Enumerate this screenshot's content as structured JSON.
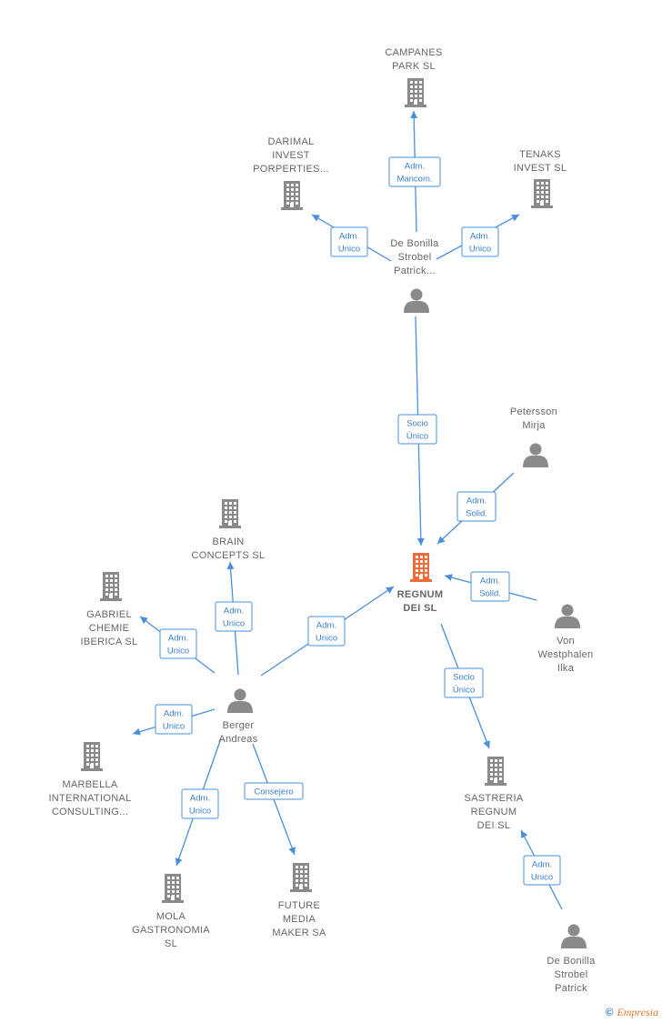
{
  "colors": {
    "company": "#8a8a8a",
    "company_focus": "#f26b3a",
    "person": "#8a8a8a",
    "edge": "#4a8fdb",
    "edge_text": "#3a7fcf",
    "label": "#666666"
  },
  "nodes": [
    {
      "id": "campanes",
      "kind": "company",
      "icon": "building-icon",
      "label": [
        "CAMPANES",
        "PARK  SL"
      ]
    },
    {
      "id": "darimal",
      "kind": "company",
      "icon": "building-icon",
      "label": [
        "DARIMAL",
        "INVEST",
        "PORPERTIES..."
      ]
    },
    {
      "id": "tenaks",
      "kind": "company",
      "icon": "building-icon",
      "label": [
        "TENAKS",
        "INVEST  SL"
      ]
    },
    {
      "id": "debonilla1",
      "kind": "person",
      "icon": "person-icon",
      "label": [
        "De Bonilla",
        "Strobel",
        "Patrick..."
      ]
    },
    {
      "id": "petersson",
      "kind": "person",
      "icon": "person-icon",
      "label": [
        "Petersson",
        "Mirja"
      ]
    },
    {
      "id": "regnum",
      "kind": "company_focus",
      "icon": "building-icon",
      "label": [
        "REGNUM",
        "DEI  SL"
      ]
    },
    {
      "id": "vonwest",
      "kind": "person",
      "icon": "person-icon",
      "label": [
        "Von",
        "Westphalen",
        "Ilka"
      ]
    },
    {
      "id": "brain",
      "kind": "company",
      "icon": "building-icon",
      "label": [
        "BRAIN",
        "CONCEPTS  SL"
      ]
    },
    {
      "id": "gabriel",
      "kind": "company",
      "icon": "building-icon",
      "label": [
        "GABRIEL",
        "CHEMIE",
        "IBERICA  SL"
      ]
    },
    {
      "id": "berger",
      "kind": "person",
      "icon": "person-icon",
      "label": [
        "Berger",
        "Andreas"
      ]
    },
    {
      "id": "marbella",
      "kind": "company",
      "icon": "building-icon",
      "label": [
        "MARBELLA",
        "INTERNATIONAL",
        "CONSULTING..."
      ]
    },
    {
      "id": "mola",
      "kind": "company",
      "icon": "building-icon",
      "label": [
        "MOLA",
        "GASTRONOMIA",
        "SL"
      ]
    },
    {
      "id": "future",
      "kind": "company",
      "icon": "building-icon",
      "label": [
        "FUTURE",
        "MEDIA",
        "MAKER SA"
      ]
    },
    {
      "id": "sastreria",
      "kind": "company",
      "icon": "building-icon",
      "label": [
        "SASTRERIA",
        "REGNUM",
        "DEI  SL"
      ]
    },
    {
      "id": "debonilla2",
      "kind": "person",
      "icon": "person-icon",
      "label": [
        "De Bonilla",
        "Strobel",
        "Patrick"
      ]
    }
  ],
  "edges": [
    {
      "from": "debonilla1",
      "to": "campanes",
      "label": [
        "Adm.",
        "Mancom."
      ]
    },
    {
      "from": "debonilla1",
      "to": "darimal",
      "label": [
        "Adm.",
        "Unico"
      ]
    },
    {
      "from": "debonilla1",
      "to": "tenaks",
      "label": [
        "Adm.",
        "Unico"
      ]
    },
    {
      "from": "debonilla1",
      "to": "regnum",
      "label": [
        "Socio",
        "Único"
      ]
    },
    {
      "from": "petersson",
      "to": "regnum",
      "label": [
        "Adm.",
        "Solid."
      ]
    },
    {
      "from": "vonwest",
      "to": "regnum",
      "label": [
        "Adm.",
        "Solid."
      ]
    },
    {
      "from": "berger",
      "to": "regnum",
      "label": [
        "Adm.",
        "Unico"
      ]
    },
    {
      "from": "berger",
      "to": "brain",
      "label": [
        "Adm.",
        "Unico"
      ]
    },
    {
      "from": "berger",
      "to": "gabriel",
      "label": [
        "Adm.",
        "Unico"
      ]
    },
    {
      "from": "berger",
      "to": "marbella",
      "label": [
        "Adm.",
        "Unico"
      ]
    },
    {
      "from": "berger",
      "to": "mola",
      "label": [
        "Adm.",
        "Unico"
      ]
    },
    {
      "from": "berger",
      "to": "future",
      "label": [
        "Consejero"
      ]
    },
    {
      "from": "regnum",
      "to": "sastreria",
      "label": [
        "Socio",
        "Único"
      ]
    },
    {
      "from": "debonilla2",
      "to": "sastreria",
      "label": [
        "Adm.",
        "Unico"
      ]
    }
  ],
  "footer": {
    "copyright": "©",
    "brand": "Empresia"
  }
}
